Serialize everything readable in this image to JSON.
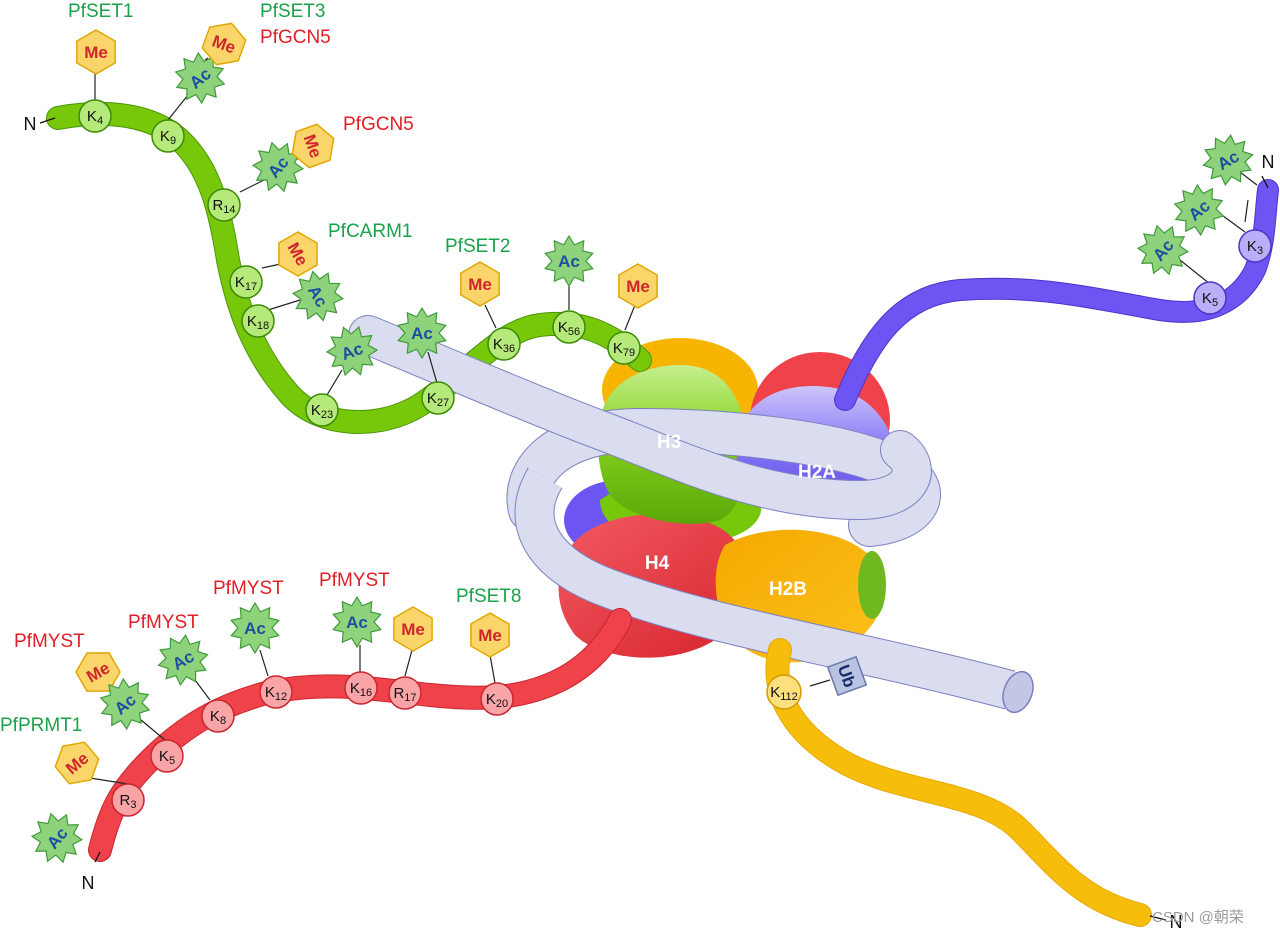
{
  "colors": {
    "h3": "#77c70a",
    "h3_light": "#b5ea7a",
    "h4": "#f0424b",
    "h4_light": "#f9a5a8",
    "h2a": "#6c55f2",
    "h2a_light": "#b9aff8",
    "h2b": "#f7bd0b",
    "h2b_light": "#fbe07d",
    "dna": "#dadcef",
    "dna_stroke": "#7d80c0",
    "me_fill": "#f9d56a",
    "me_text": "#d0252f",
    "ac_fill": "#8fd27c",
    "ac_text": "#1c4fa0",
    "ub_fill": "#b8c4e2",
    "ub_text": "#1b2a6b",
    "enzyme_green": "#1aa24a",
    "enzyme_red": "#e21f26"
  },
  "histones": {
    "h3": {
      "label": "H3"
    },
    "h4": {
      "label": "H4"
    },
    "h2a": {
      "label": "H2A"
    },
    "h2b": {
      "label": "H2B"
    }
  },
  "n_terminus": "N",
  "modification_labels": {
    "me": "Me",
    "ac": "Ac",
    "ub": "Ub"
  },
  "residues": {
    "h3": [
      {
        "letter": "K",
        "num": "4"
      },
      {
        "letter": "K",
        "num": "9"
      },
      {
        "letter": "R",
        "num": "14"
      },
      {
        "letter": "K",
        "num": "17"
      },
      {
        "letter": "K",
        "num": "18"
      },
      {
        "letter": "K",
        "num": "23"
      },
      {
        "letter": "K",
        "num": "27"
      },
      {
        "letter": "K",
        "num": "36"
      },
      {
        "letter": "K",
        "num": "56"
      },
      {
        "letter": "K",
        "num": "79"
      }
    ],
    "h4": [
      {
        "letter": "R",
        "num": "3"
      },
      {
        "letter": "K",
        "num": "5"
      },
      {
        "letter": "K",
        "num": "8"
      },
      {
        "letter": "K",
        "num": "12"
      },
      {
        "letter": "K",
        "num": "16"
      },
      {
        "letter": "R",
        "num": "17"
      },
      {
        "letter": "K",
        "num": "20"
      }
    ],
    "h2a": [
      {
        "letter": "K",
        "num": "3"
      },
      {
        "letter": "K",
        "num": "5"
      }
    ],
    "h2b": [
      {
        "letter": "K",
        "num": "112"
      }
    ]
  },
  "enzymes": [
    {
      "text": "PfSET1",
      "color": "green"
    },
    {
      "text": "PfSET3",
      "color": "green"
    },
    {
      "text": "PfGCN5",
      "color": "red"
    },
    {
      "text": "PfGCN5",
      "color": "red"
    },
    {
      "text": "PfCARM1",
      "color": "green"
    },
    {
      "text": "PfSET2",
      "color": "green"
    },
    {
      "text": "PfMYST",
      "color": "red"
    },
    {
      "text": "PfMYST",
      "color": "red"
    },
    {
      "text": "PfMYST",
      "color": "red"
    },
    {
      "text": "PfMYST",
      "color": "red"
    },
    {
      "text": "PfSET8",
      "color": "green"
    },
    {
      "text": "PfPRMT1",
      "color": "green"
    }
  ],
  "watermark": "CSDN @朝荣"
}
